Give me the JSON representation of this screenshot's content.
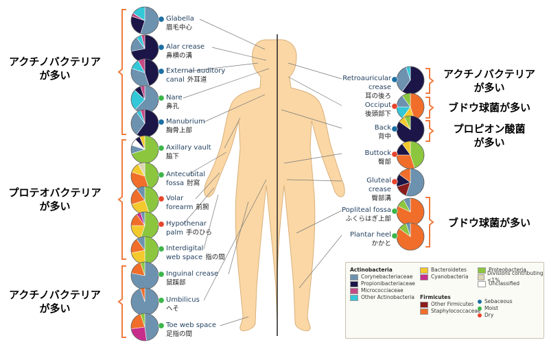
{
  "colors": {
    "Corynebacteriaceae": "#6d92b0",
    "Propionibacteriaceae": "#1b1647",
    "Micrococciaceae": "#c44b86",
    "Other Actinobacteria": "#33c7d8",
    "Bacteroidetes": "#f4c92e",
    "Cyanobacteria": "#c72e8c",
    "Other Firmicutes": "#8b1c1c",
    "Staphylococcaceae": "#f06e2a",
    "Proteobacteria": "#8cc63f",
    "Divisions contributing <1%": "#ddd6b4",
    "Unclassified": "#ffffff",
    "Sebaceous": "#1c6fa3",
    "Moist": "#3cb54a",
    "Dry": "#e8442c",
    "bracket": "#f07a3c",
    "body": "#fad7a5"
  },
  "group_labels": [
    {
      "text": "アクチノバクテリア\nが多い"
    },
    {
      "text": "プロテオバクテリア\nが多い"
    },
    {
      "text": "アクチノバクテリア\nが多い"
    }
  ],
  "right_labels": [
    {
      "text": "アクチノバクテリア\nが多い"
    },
    {
      "text": "ブドウ球菌が多い"
    },
    {
      "text": "プロピオン酸菌\nが多い"
    },
    {
      "text": "ブドウ球菌が多い"
    }
  ],
  "sites_left": [
    {
      "en": "Glabella",
      "ja": "眉毛中心",
      "type": "Sebaceous",
      "pie": {
        "Corynebacteriaceae": 0.55,
        "Propionibacteriaceae": 0.25,
        "Micrococciaceae": 0.04,
        "Other Actinobacteria": 0.16
      }
    },
    {
      "en": "Alar crease",
      "ja": "鼻横の溝",
      "type": "Sebaceous",
      "pie": {
        "Propionibacteriaceae": 0.72,
        "Corynebacteriaceae": 0.18,
        "Other Actinobacteria": 0.06,
        "Micrococciaceae": 0.04
      }
    },
    {
      "en": "External auditory\ncanal",
      "ja": "外耳道",
      "type": "Sebaceous",
      "pie": {
        "Propionibacteriaceae": 0.45,
        "Corynebacteriaceae": 0.35,
        "Other Actinobacteria": 0.12,
        "Micrococciaceae": 0.08
      }
    },
    {
      "en": "Nare",
      "ja": "鼻孔",
      "type": "Moist",
      "pie": {
        "Corynebacteriaceae": 0.62,
        "Other Actinobacteria": 0.25,
        "Propionibacteriaceae": 0.08,
        "Micrococciaceae": 0.05
      }
    },
    {
      "en": "Manubrium",
      "ja": "胸骨上部",
      "type": "Sebaceous",
      "pie": {
        "Propionibacteriaceae": 0.6,
        "Corynebacteriaceae": 0.3,
        "Other Actinobacteria": 0.05,
        "Micrococciaceae": 0.05
      }
    },
    {
      "en": "Axillary vault",
      "ja": "脇下",
      "type": "Moist",
      "pie": {
        "Proteobacteria": 0.7,
        "Corynebacteriaceae": 0.1,
        "Unclassified": 0.08,
        "Propionibacteriaceae": 0.06,
        "Bacteroidetes": 0.06
      }
    },
    {
      "en": "Antecubital\nfossa",
      "ja": "肘窩",
      "type": "Moist",
      "pie": {
        "Proteobacteria": 0.45,
        "Staphylococcaceae": 0.35,
        "Bacteroidetes": 0.12,
        "Divisions contributing <1%": 0.08
      }
    },
    {
      "en": "Volar\nforearm",
      "ja": "前腕",
      "type": "Dry",
      "pie": {
        "Proteobacteria": 0.45,
        "Bacteroidetes": 0.25,
        "Staphylococcaceae": 0.2,
        "Corynebacteriaceae": 0.1
      }
    },
    {
      "en": "Hypothenar\npalm",
      "ja": "手のひら",
      "type": "Dry",
      "pie": {
        "Proteobacteria": 0.55,
        "Bacteroidetes": 0.2,
        "Staphylococcaceae": 0.15,
        "Cyanobacteria": 0.05,
        "Corynebacteriaceae": 0.05
      }
    },
    {
      "en": "Interdigital\nweb space",
      "ja": "指の間",
      "type": "Moist",
      "pie": {
        "Proteobacteria": 0.5,
        "Bacteroidetes": 0.22,
        "Staphylococcaceae": 0.18,
        "Corynebacteriaceae": 0.1
      }
    },
    {
      "en": "Inguinal crease",
      "ja": "鼠蹊部",
      "type": "Moist",
      "pie": {
        "Corynebacteriaceae": 0.78,
        "Staphylococcaceae": 0.17,
        "Proteobacteria": 0.05
      }
    },
    {
      "en": "Umbilicus",
      "ja": "へそ",
      "type": "Moist",
      "pie": {
        "Corynebacteriaceae": 0.95,
        "Staphylococcaceae": 0.05
      }
    },
    {
      "en": "Toe web space",
      "ja": "足指の間",
      "type": "Moist",
      "pie": {
        "Corynebacteriaceae": 0.48,
        "Cyanobacteria": 0.25,
        "Staphylococcaceae": 0.22,
        "Proteobacteria": 0.05
      }
    }
  ],
  "sites_right": [
    {
      "en": "Retroauricular\ncrease",
      "ja": "耳の後ろ",
      "type": "Sebaceous",
      "pie": {
        "Propionibacteriaceae": 0.6,
        "Corynebacteriaceae": 0.35,
        "Other Actinobacteria": 0.05
      }
    },
    {
      "en": "Occiput",
      "ja": "後頭部下",
      "type": "Dry",
      "pie": {
        "Staphylococcaceae": 0.45,
        "Bacteroidetes": 0.15,
        "Other Actinobacteria": 0.15,
        "Corynebacteriaceae": 0.15,
        "Proteobacteria": 0.1
      }
    },
    {
      "en": "Back",
      "ja": "背中",
      "type": "Sebaceous",
      "pie": {
        "Propionibacteriaceae": 0.85,
        "Bacteroidetes": 0.08,
        "Proteobacteria": 0.07
      }
    },
    {
      "en": "Buttock",
      "ja": "臀部",
      "type": "Dry",
      "pie": {
        "Proteobacteria": 0.45,
        "Staphylococcaceae": 0.3,
        "Propionibacteriaceae": 0.15,
        "Bacteroidetes": 0.1
      }
    },
    {
      "en": "Gluteal\ncrease",
      "ja": "臀部溝",
      "type": "Dry",
      "pie": {
        "Corynebacteriaceae": 0.55,
        "Other Firmicutes": 0.15,
        "Propionibacteriaceae": 0.15,
        "Staphylococcaceae": 0.15
      }
    },
    {
      "en": "Popliteal fossa",
      "ja": "ふくらはぎ上部",
      "type": "Moist",
      "pie": {
        "Staphylococcaceae": 0.82,
        "Proteobacteria": 0.1,
        "Corynebacteriaceae": 0.08
      }
    },
    {
      "en": "Plantar heel",
      "ja": "かかと",
      "type": "Moist",
      "pie": {
        "Staphylococcaceae": 0.85,
        "Proteobacteria": 0.1,
        "Corynebacteriaceae": 0.05
      }
    }
  ],
  "legend": {
    "groups": [
      {
        "heading": "Actinobacteria",
        "items": [
          "Corynebacteriaceae",
          "Propionibacteriaceae",
          "Micrococciaceae",
          "Other Actinobacteria"
        ]
      },
      {
        "heading": "",
        "items": [
          "Bacteroidetes",
          "Cyanobacteria"
        ]
      },
      {
        "heading": "Firmicutes",
        "items": [
          "Other Firmicutes",
          "Staphylococcaceae"
        ]
      },
      {
        "heading": "",
        "items": [
          "Proteobacteria",
          "Divisions contributing <1%",
          "Unclassified"
        ]
      }
    ],
    "site_types": [
      "Sebaceous",
      "Moist",
      "Dry"
    ]
  }
}
